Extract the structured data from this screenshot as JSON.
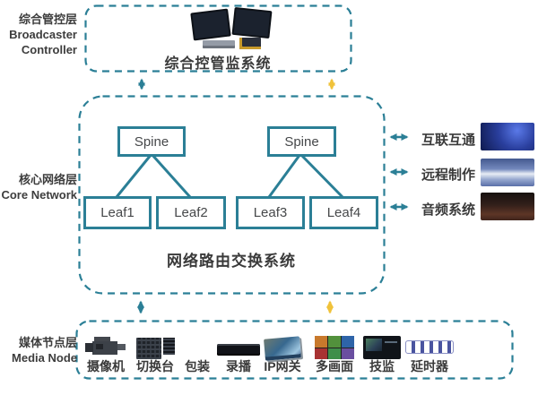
{
  "palette": {
    "teal": "#2b7f96",
    "yellow": "#f0c23a",
    "text_dark": "#3a3a3a"
  },
  "layer_labels": {
    "broadcaster_cn": "综合管控层",
    "broadcaster_en1": "Broadcaster",
    "broadcaster_en2": "Controller",
    "core_cn": "核心网络层",
    "core_en": "Core Network",
    "media_cn": "媒体节点层",
    "media_en": "Media Node"
  },
  "top_box": {
    "title": "综合控管监系统"
  },
  "core_box": {
    "title": "网络路由交换系统",
    "spines": [
      "Spine",
      "Spine"
    ],
    "leaves": [
      "Leaf1",
      "Leaf2",
      "Leaf3",
      "Leaf4"
    ]
  },
  "right_links": [
    {
      "label": "互联互通"
    },
    {
      "label": "远程制作"
    },
    {
      "label": "音频系统"
    }
  ],
  "media_items": [
    {
      "label": "摄像机"
    },
    {
      "label": "切换台"
    },
    {
      "label": "包装"
    },
    {
      "label": "录播"
    },
    {
      "label": "IP网关"
    },
    {
      "label": "多画面"
    },
    {
      "label": "技监"
    },
    {
      "label": "延时器"
    }
  ]
}
